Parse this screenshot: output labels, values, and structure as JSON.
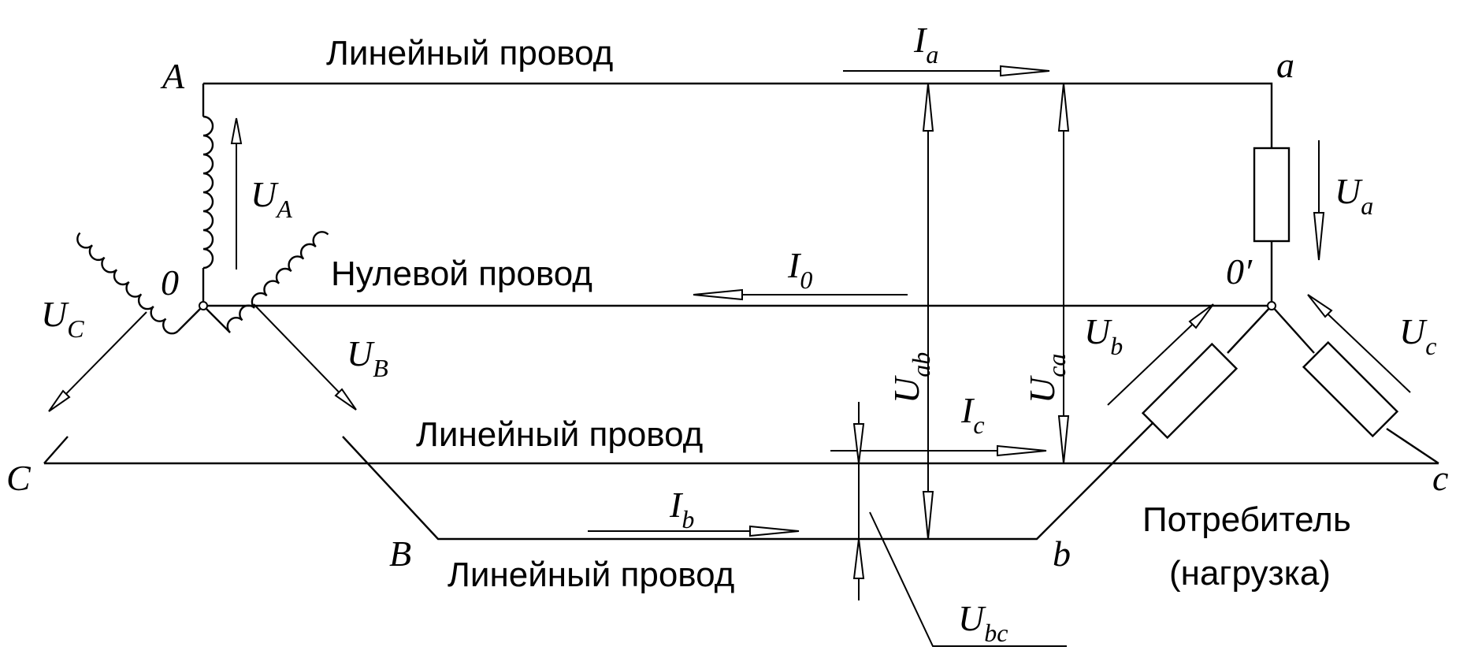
{
  "labels": {
    "line_wire_top": "Линейный провод",
    "neutral_wire": "Нулевой провод",
    "line_wire_middle": "Линейный провод",
    "line_wire_bottom": "Линейный провод",
    "consumer": "Потребитель",
    "load": "(нагрузка)"
  },
  "nodes": {
    "A": "A",
    "B": "B",
    "C": "C",
    "zero": "0",
    "a": "a",
    "b": "b",
    "c": "c",
    "zero_prime": "0′"
  },
  "voltages": {
    "UA": {
      "main": "U",
      "sub": "A"
    },
    "UB": {
      "main": "U",
      "sub": "B"
    },
    "UC": {
      "main": "U",
      "sub": "C"
    },
    "Ua": {
      "main": "U",
      "sub": "a"
    },
    "Ub": {
      "main": "U",
      "sub": "b"
    },
    "Uc": {
      "main": "U",
      "sub": "c"
    },
    "Uab": {
      "main": "U",
      "sub": "ab"
    },
    "Uca": {
      "main": "U",
      "sub": "ca"
    },
    "Ubc": {
      "main": "U",
      "sub": "bc"
    }
  },
  "currents": {
    "Ia": {
      "main": "I",
      "sub": "a"
    },
    "Ib": {
      "main": "I",
      "sub": "b"
    },
    "Ic": {
      "main": "I",
      "sub": "c"
    },
    "I0": {
      "main": "I",
      "sub": "0"
    }
  }
}
